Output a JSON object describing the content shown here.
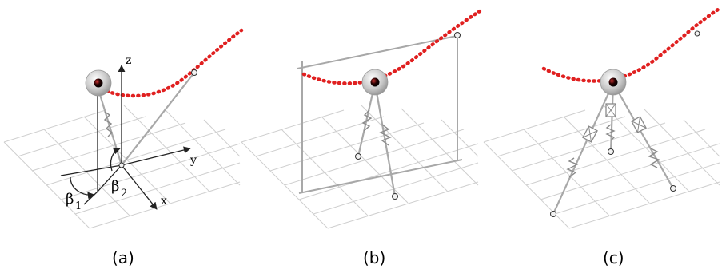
{
  "panels": [
    {
      "id": "a",
      "caption": "(a)",
      "axis_labels": {
        "x": "x",
        "y": "y",
        "z": "z"
      },
      "angles": [
        {
          "symbol": "β",
          "subscript": "1"
        },
        {
          "symbol": "β",
          "subscript": "2"
        }
      ]
    },
    {
      "id": "b",
      "caption": "(b)"
    },
    {
      "id": "c",
      "caption": "(c)"
    }
  ],
  "colors": {
    "trajectory": "#e02020",
    "grid": "#cfcfcf",
    "rods": "#a8a8a8",
    "axes": "#222222"
  },
  "icons": [
    "eye-ball-icon",
    "spring-icon",
    "damper-icon",
    "anchor-node-icon"
  ]
}
